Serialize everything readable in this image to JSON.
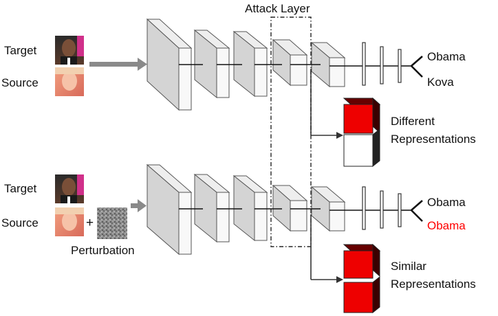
{
  "attack_layer_label": "Attack Layer",
  "top": {
    "target_label": "Target",
    "source_label": "Source",
    "output_1": "Obama",
    "output_2": "Kova",
    "representation_label_1": "Different",
    "representation_label_2": "Representations"
  },
  "bottom": {
    "target_label": "Target",
    "source_label": "Source",
    "plus": "+",
    "perturbation_label": "Perturbation",
    "output_1": "Obama",
    "output_2": "Obama",
    "representation_label_1": "Similar",
    "representation_label_2": "Representations"
  },
  "colors": {
    "red": "#ee0000",
    "dark_red": "#550000",
    "layer_gray": "#d4d4d4",
    "arrow_gray": "#8a8a8a",
    "highlight_text": "#ff0000"
  }
}
